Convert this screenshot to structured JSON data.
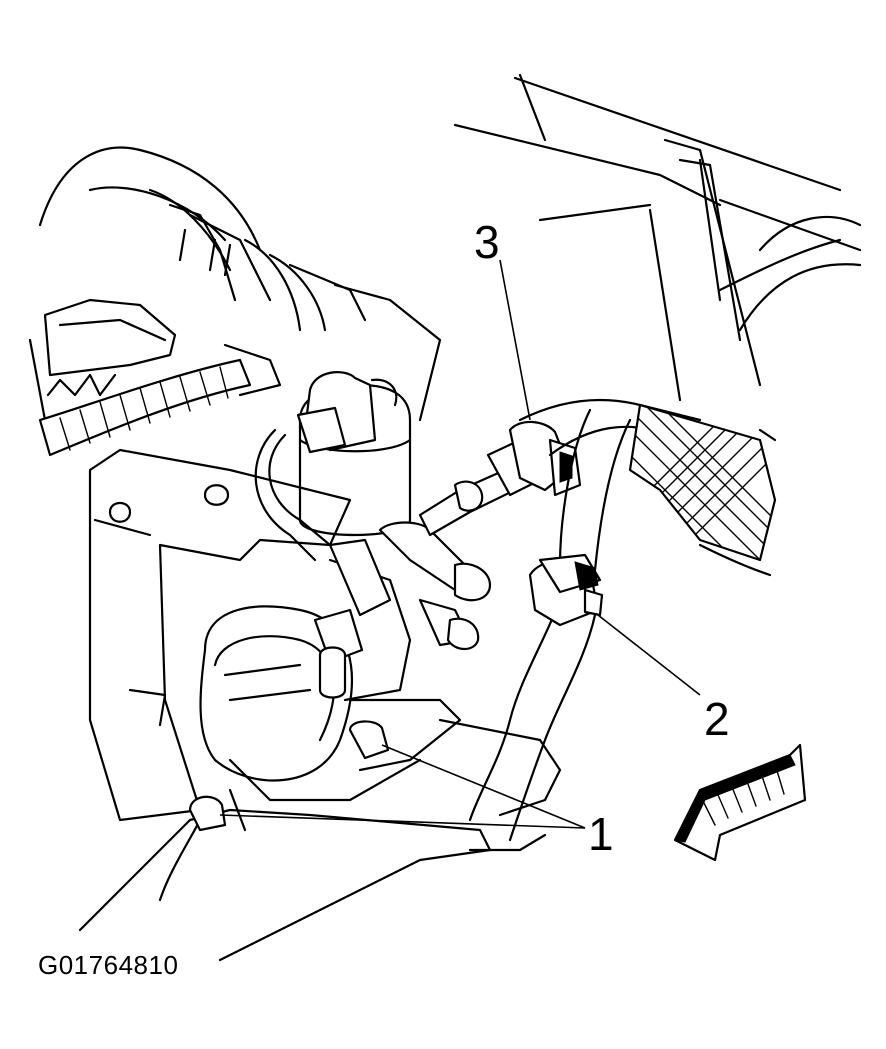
{
  "callouts": {
    "one": "1",
    "two": "2",
    "three": "3"
  },
  "figure_id": "G01764810",
  "colors": {
    "ink": "#000000",
    "paper": "#ffffff"
  }
}
